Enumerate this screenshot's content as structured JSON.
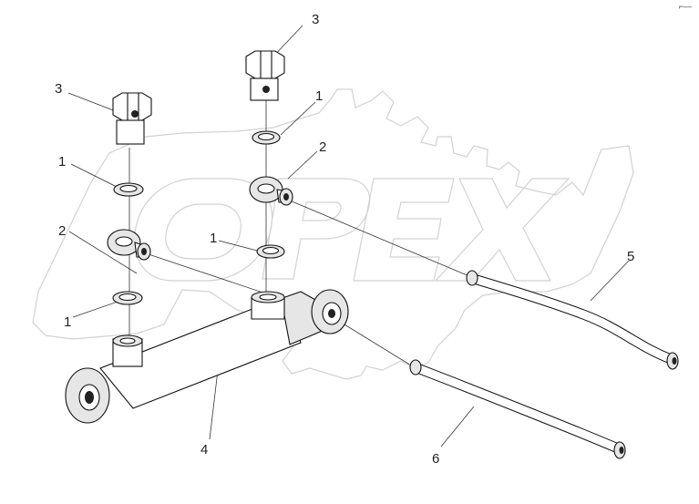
{
  "callouts": [
    {
      "label": "1"
    },
    {
      "label": "1"
    },
    {
      "label": "1"
    },
    {
      "label": "1"
    },
    {
      "label": "2"
    },
    {
      "label": "2"
    },
    {
      "label": "3"
    },
    {
      "label": "3"
    },
    {
      "label": "4"
    },
    {
      "label": "5"
    },
    {
      "label": "6"
    }
  ],
  "corner_mark": "⌐—",
  "watermark": {
    "text": "OPEX",
    "kind": "logo",
    "color": "#dcdcdc"
  }
}
